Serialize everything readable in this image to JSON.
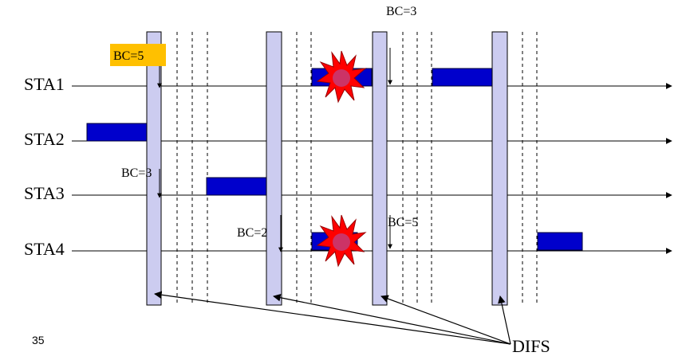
{
  "stations": [
    "STA1",
    "STA2",
    "STA3",
    "STA4"
  ],
  "annotations": {
    "bc_top": "BC=3",
    "bc_sta1": "BC=5",
    "bc_sta3": "BC=3",
    "bc_sta4_a": "BC=2",
    "bc_sta4_b": "BC=5"
  },
  "difs_label": "DIFS",
  "page_number": "35",
  "colors": {
    "frame": "#0000cc",
    "difs_slot": "#ccccf0",
    "difs_border": "#000000",
    "highlight": "#ffc000",
    "collision": "#ff0000",
    "collision_core": "#cc3366"
  }
}
